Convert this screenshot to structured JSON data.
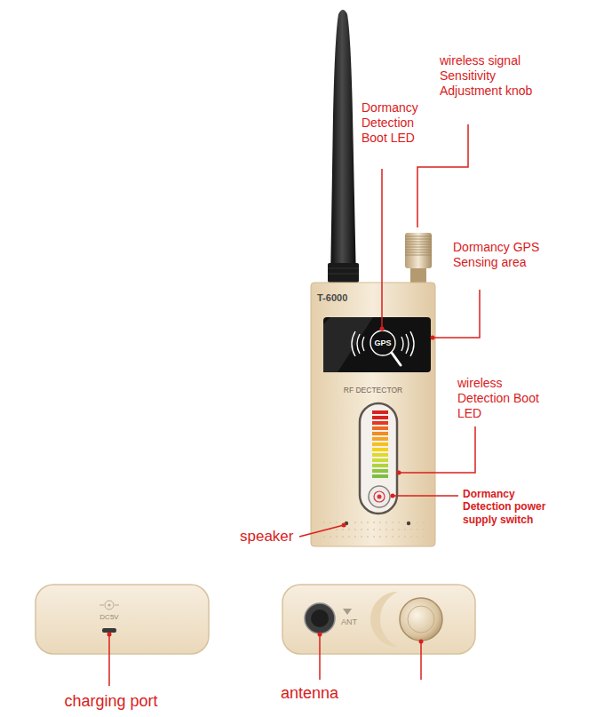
{
  "diagram": {
    "labels": [
      "wireless signal Sensitivity Adjustment knob",
      "Dormancy Detection Boot LED",
      "T-6000",
      "GPS",
      "Dormancy GPS Sensing area",
      "RF DECTECTOR",
      "wireless Detection Boot LED",
      "Dormancy Detection power supply switch",
      "speaker",
      "DC5V",
      "charging port",
      "ANT",
      "antenna"
    ]
  }
}
